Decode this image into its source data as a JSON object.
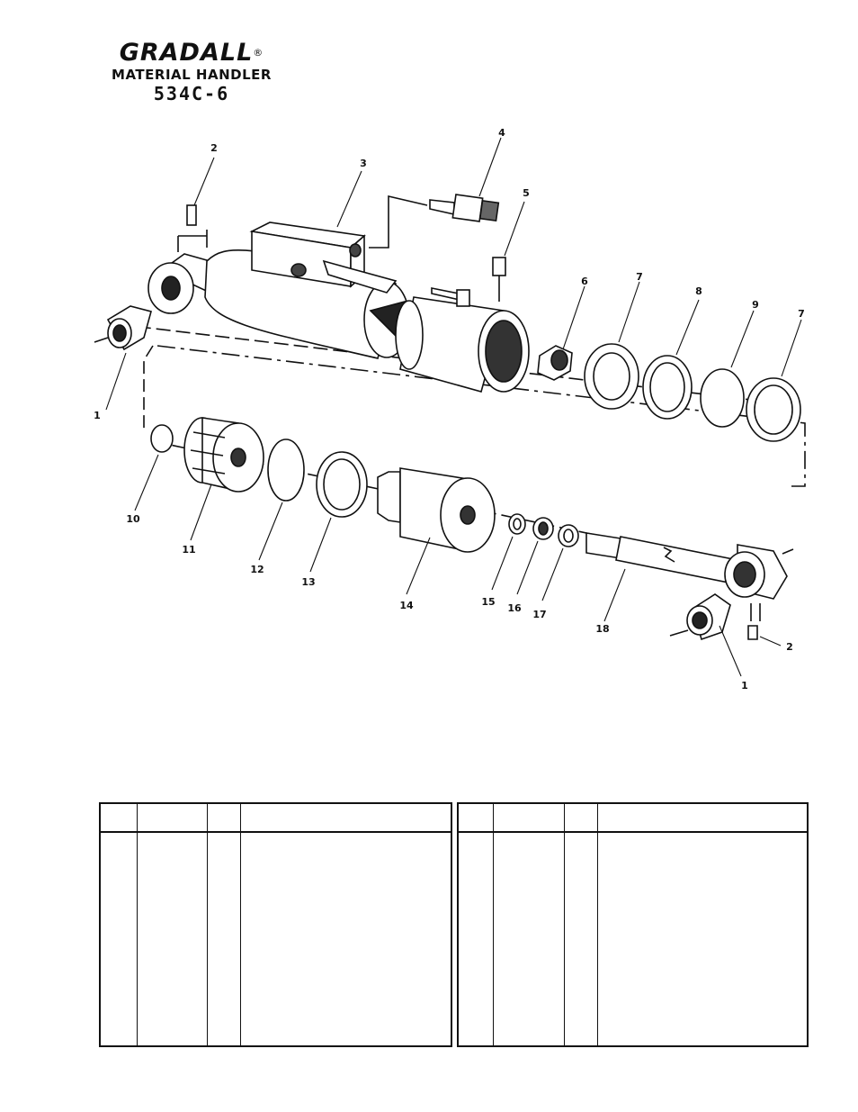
{
  "header": {
    "brand": "GRADALL",
    "registered_mark": "®",
    "subtitle": "MATERIAL HANDLER",
    "model": "534C-6"
  },
  "callouts": [
    "1",
    "2",
    "3",
    "4",
    "5",
    "6",
    "7",
    "8",
    "9",
    "7",
    "10",
    "11",
    "12",
    "13",
    "14",
    "15",
    "16",
    "17",
    "18",
    "1",
    "2"
  ],
  "tables": [
    {
      "headers": [
        "",
        "",
        "",
        ""
      ],
      "rows": []
    },
    {
      "headers": [
        "",
        "",
        "",
        ""
      ],
      "rows": []
    }
  ]
}
